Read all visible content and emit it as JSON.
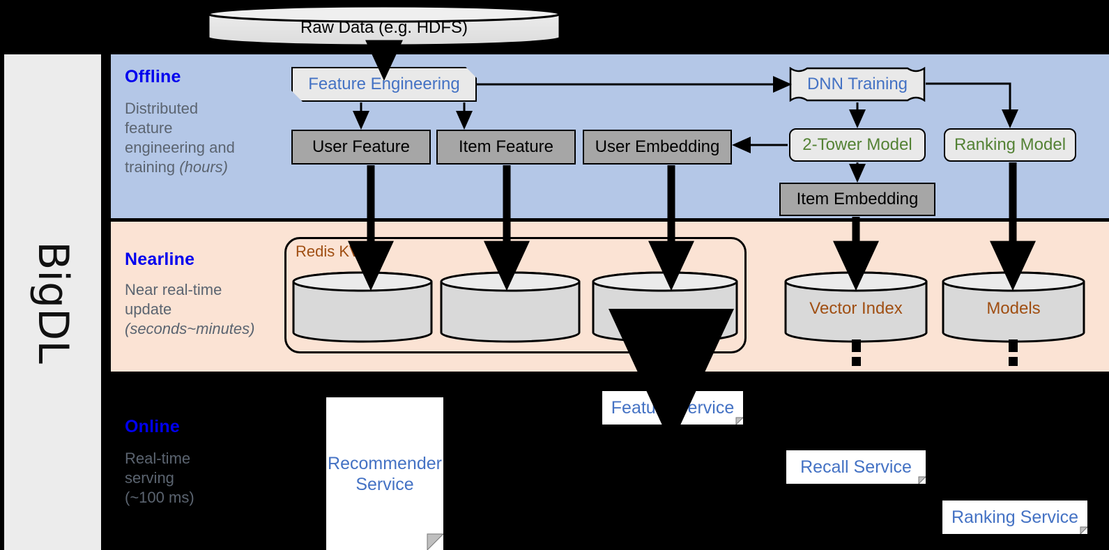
{
  "rail": {
    "label": "BigDL"
  },
  "top": {
    "raw_data": "Raw Data (e.g. HDFS)"
  },
  "bands": [
    {
      "id": "offline",
      "title": "Offline",
      "desc_line1": "Distributed",
      "desc_line2": "feature",
      "desc_line3": "engineering and",
      "desc_line4": "training ",
      "desc_italic": "(hours)",
      "bg": "#b4c7e7"
    },
    {
      "id": "nearline",
      "title": "Nearline",
      "desc_line1": "Near real-time",
      "desc_line2": "update",
      "desc_italic": "(seconds~minutes)",
      "bg": "#fbe3d4"
    },
    {
      "id": "online",
      "title": "Online",
      "desc_line1": "Real-time",
      "desc_line2": "serving",
      "desc_italic": "(~100 ms)",
      "bg": "#000000"
    }
  ],
  "offline": {
    "feature_engineering": "Feature Engineering",
    "dnn_training": "DNN Training",
    "user_feature": "User Feature",
    "item_feature": "Item Feature",
    "user_embedding": "User Embedding",
    "two_tower_model": "2-Tower Model",
    "ranking_model": "Ranking Model",
    "item_embedding": "Item Embedding"
  },
  "nearline": {
    "redis_kv": "Redis KV",
    "store_1": "",
    "store_2": "",
    "store_3": "",
    "vector_index": "Vector Index",
    "models": "Models"
  },
  "online": {
    "recommender_service_l1": "Recommender",
    "recommender_service_l2": "Service",
    "feature_service": "Feature Service",
    "recall_service": "Recall Service",
    "ranking_service": "Ranking Service"
  },
  "colors": {
    "offline_band": "#b4c7e7",
    "nearline_band": "#fbe3d4",
    "online_band": "#000000",
    "rail_bg": "#ececec",
    "gray_node": "#a6a6a6",
    "light_node": "#e9e9e9",
    "blue_text": "#4472c4",
    "green_text": "#548235",
    "brown_text": "#a04f13",
    "title_blue": "#0000ee",
    "desc_gray": "#5b6470"
  }
}
